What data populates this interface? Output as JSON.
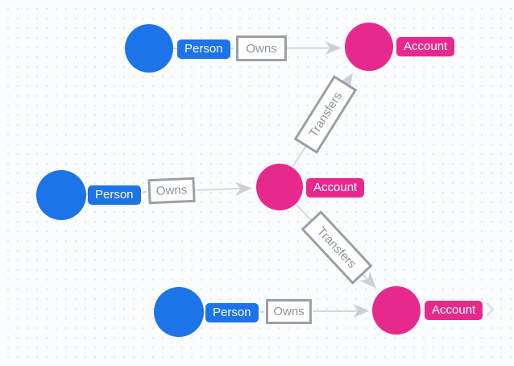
{
  "canvas": {
    "background_color": "#fbfcfe",
    "dot_color": "#e5e7eb"
  },
  "colors": {
    "person_blue": "#1d73e8",
    "account_pink": "#e7298e",
    "edge_gray": "#d4d7db",
    "arrow_gray": "#ccd0d6",
    "relationship_border": "#9aa0a7",
    "relationship_text": "#8d939a"
  },
  "graph": {
    "node_types": [
      {
        "type": "Person",
        "color": "#1d73e8"
      },
      {
        "type": "Account",
        "color": "#e7298e"
      }
    ],
    "nodes": [
      {
        "id": "person-top",
        "type": "Person",
        "label": "Person"
      },
      {
        "id": "account-top",
        "type": "Account",
        "label": "Account"
      },
      {
        "id": "person-middle",
        "type": "Person",
        "label": "Person"
      },
      {
        "id": "account-middle",
        "type": "Account",
        "label": "Account"
      },
      {
        "id": "person-bottom",
        "type": "Person",
        "label": "Person"
      },
      {
        "id": "account-bottom",
        "type": "Account",
        "label": "Account"
      }
    ],
    "edges": [
      {
        "label": "Owns",
        "from": "person-top",
        "to": "account-top"
      },
      {
        "label": "Owns",
        "from": "person-middle",
        "to": "account-middle"
      },
      {
        "label": "Transfers",
        "from": "account-middle",
        "to": "account-top"
      },
      {
        "label": "Transfers",
        "from": "account-middle",
        "to": "account-bottom"
      },
      {
        "label": "Owns",
        "from": "person-bottom",
        "to": "account-bottom"
      }
    ]
  }
}
